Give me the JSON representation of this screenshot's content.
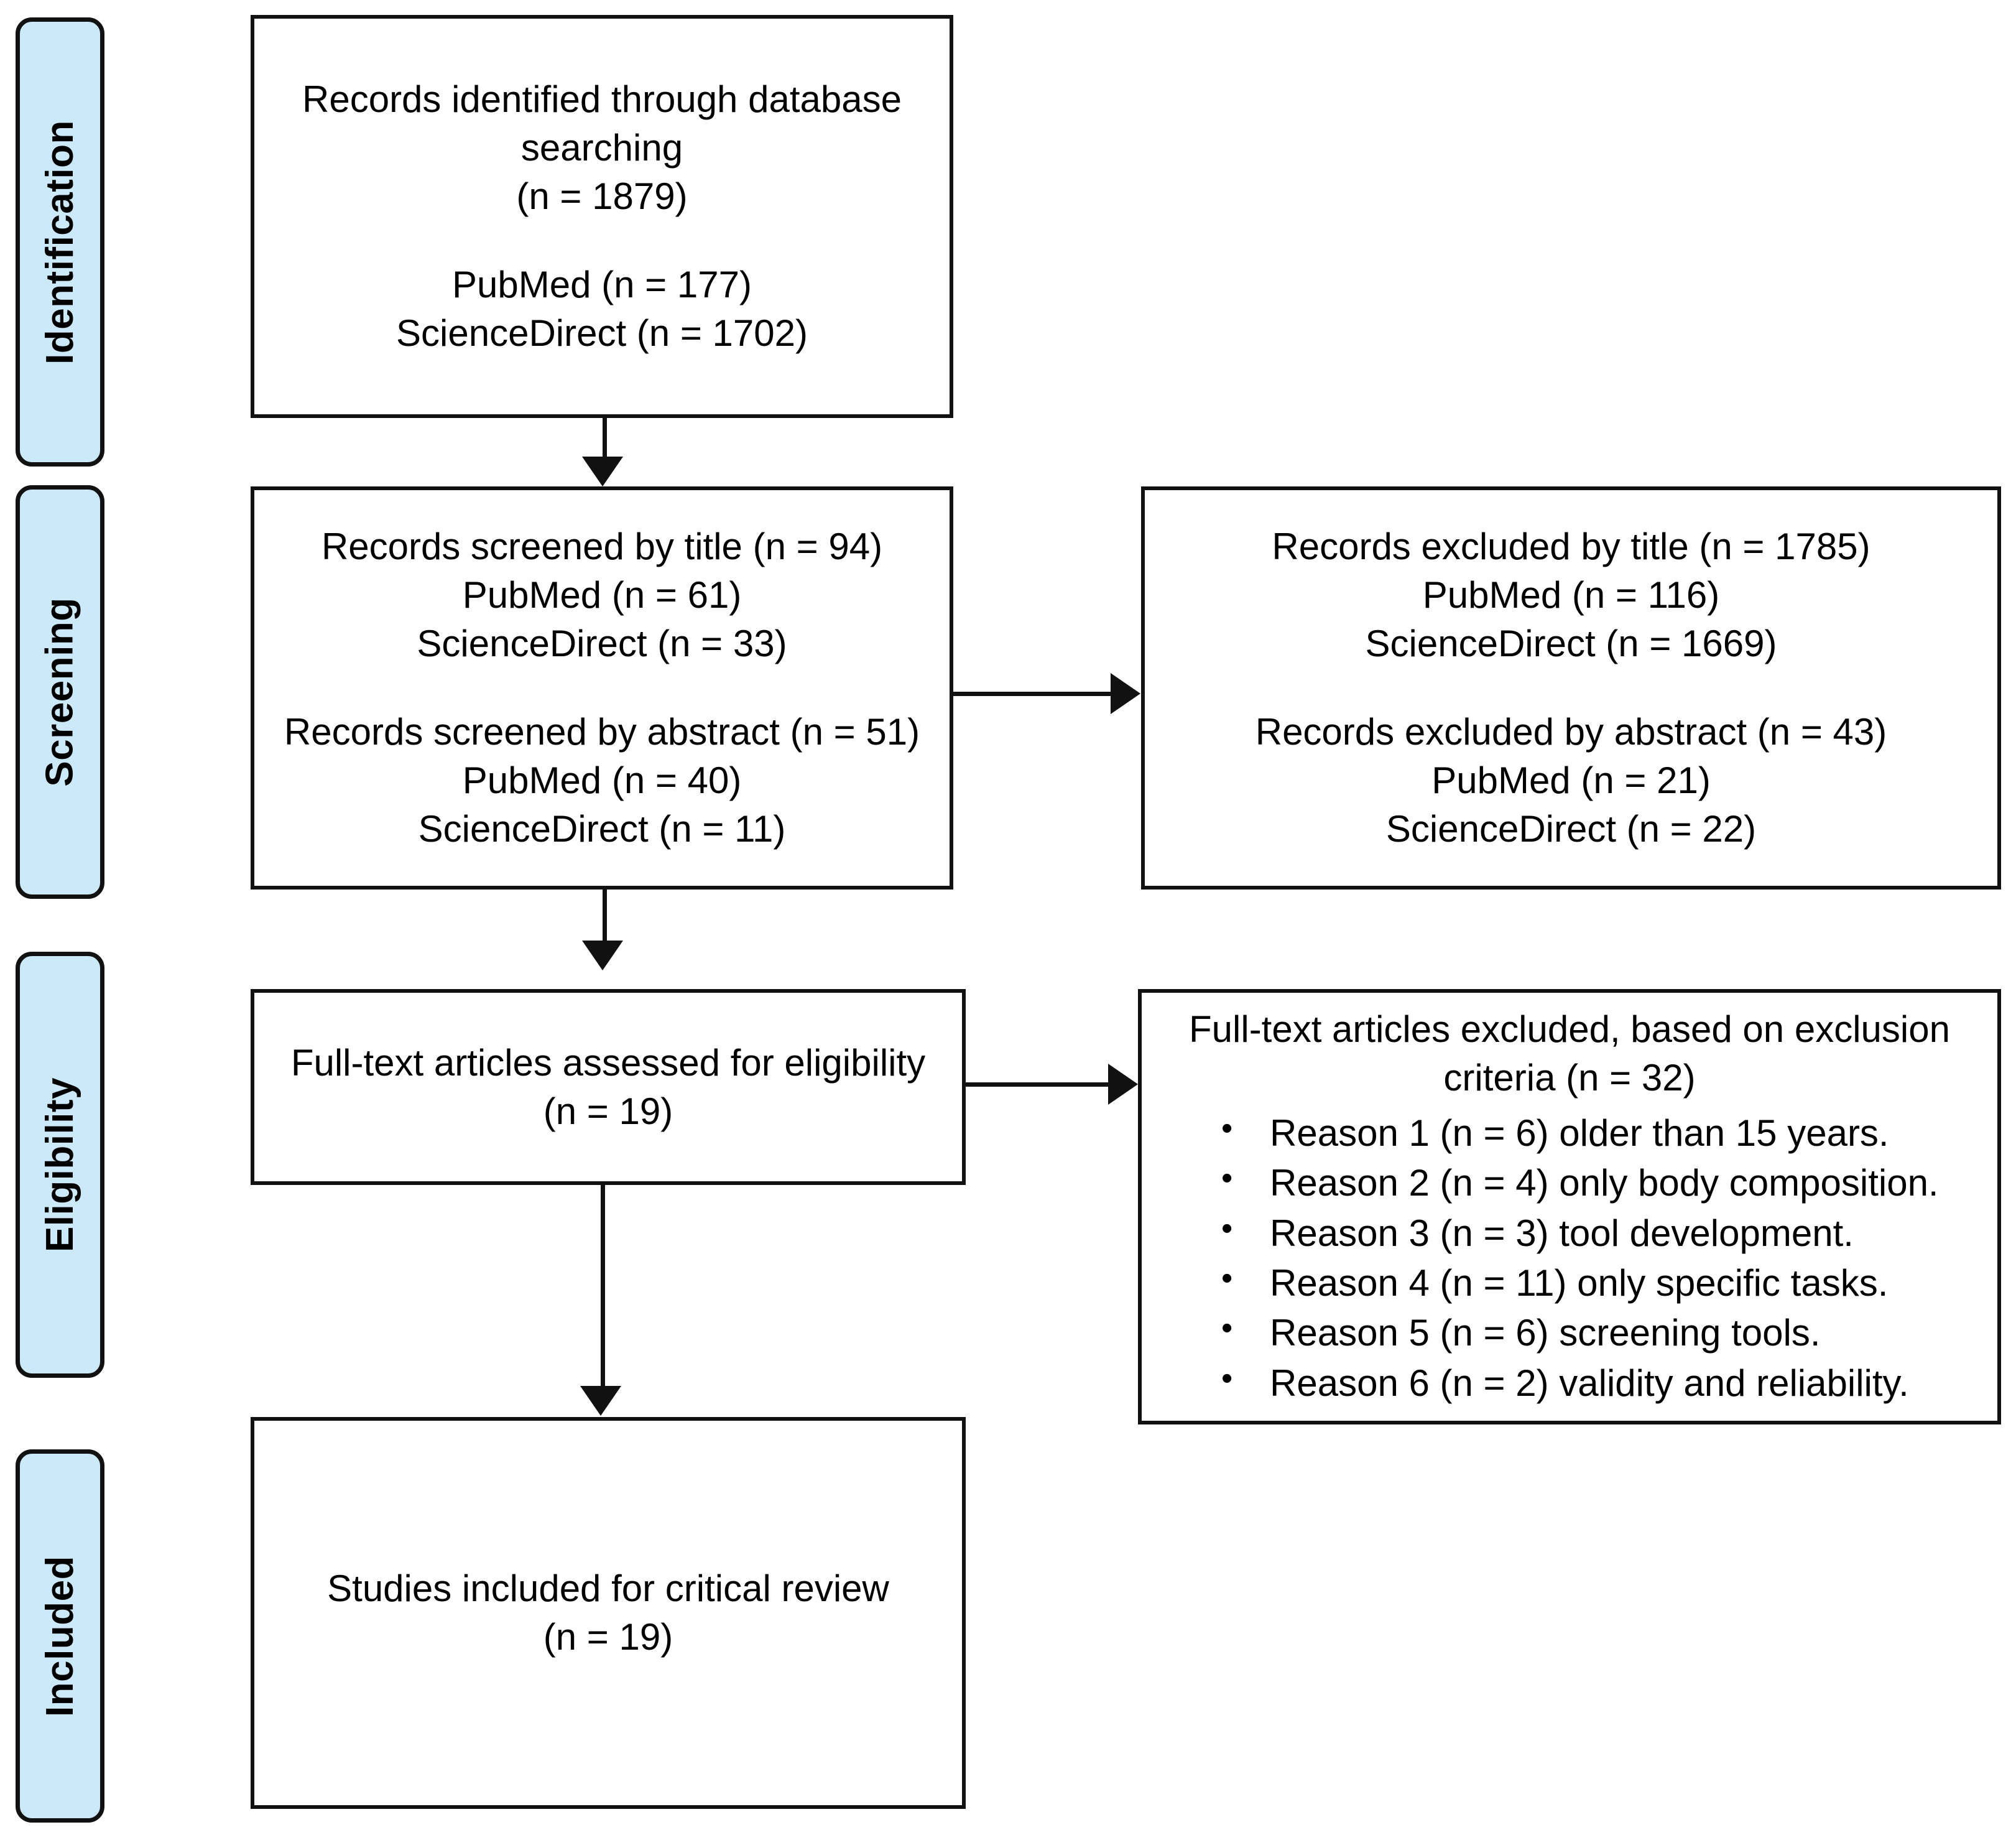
{
  "diagram": {
    "type": "prisma-flow-diagram",
    "accent_color": "#cce9fa",
    "line_color": "#111111",
    "stages": [
      {
        "id": "identification",
        "label": "Identification"
      },
      {
        "id": "screening",
        "label": "Screening"
      },
      {
        "id": "eligibility",
        "label": "Eligibility"
      },
      {
        "id": "included",
        "label": "Included"
      }
    ],
    "boxes": {
      "identification_records": {
        "lines": [
          "Records identified through database",
          "searching",
          "(n = 1879)"
        ],
        "lines2": [
          "PubMed (n = 177)",
          "ScienceDirect (n = 1702)"
        ]
      },
      "records_screened": {
        "lines": [
          "Records screened by title (n = 94)",
          "PubMed (n = 61)",
          "ScienceDirect (n = 33)"
        ],
        "lines2": [
          "Records screened by abstract (n = 51)",
          "PubMed (n = 40)",
          "ScienceDirect (n = 11)"
        ]
      },
      "records_excluded": {
        "lines": [
          "Records excluded by title (n = 1785)",
          "PubMed (n = 116)",
          "ScienceDirect (n = 1669)"
        ],
        "lines2": [
          "Records excluded by abstract (n = 43)",
          "PubMed (n = 21)",
          "ScienceDirect (n = 22)"
        ]
      },
      "fulltext_assessed": {
        "lines": [
          "Full-text articles assessed for eligibility",
          "(n = 19)"
        ]
      },
      "fulltext_excluded": {
        "lines": [
          "Full-text articles excluded, based on exclusion",
          "criteria (n = 32)"
        ],
        "reasons": [
          "Reason 1 (n = 6) older than 15 years.",
          "Reason 2 (n = 4) only body composition.",
          "Reason 3 (n = 3) tool development.",
          "Reason 4 (n = 11) only specific tasks.",
          "Reason 5 (n = 6) screening tools.",
          "Reason 6 (n = 2) validity and reliability."
        ]
      },
      "studies_included": {
        "lines": [
          "Studies included for critical review",
          "(n = 19)"
        ]
      }
    }
  }
}
